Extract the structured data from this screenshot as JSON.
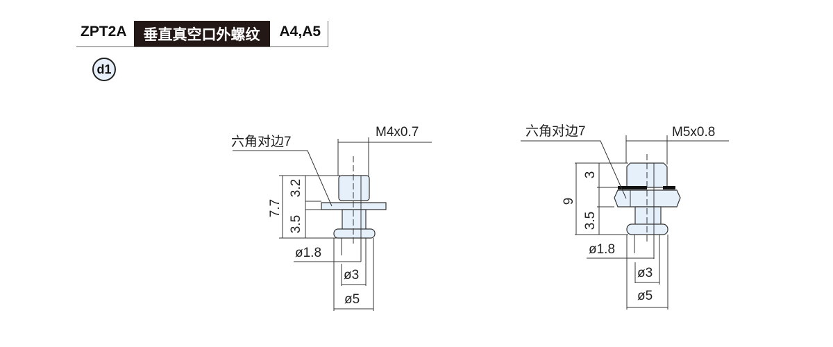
{
  "header": {
    "model_code": "ZPT2A",
    "title": "垂直真空口外螺纹",
    "models": "A4,A5"
  },
  "badge": "d1",
  "drawings": [
    {
      "thread": "M4x0.7",
      "hex_label": "六角对边7",
      "total_height": "7.7",
      "upper_height": "3.2",
      "lower_height": "3.5",
      "bore": "ø1.8",
      "neck_dia": "ø3",
      "flange_dia": "ø5"
    },
    {
      "thread": "M5x0.8",
      "hex_label": "六角对边7",
      "total_height": "9",
      "upper_height": "3",
      "lower_height": "3.5",
      "bore": "ø1.8",
      "neck_dia": "ø3",
      "flange_dia": "ø5"
    }
  ],
  "colors": {
    "part_fill": "#e6f0fb",
    "title_bg": "#231815"
  }
}
